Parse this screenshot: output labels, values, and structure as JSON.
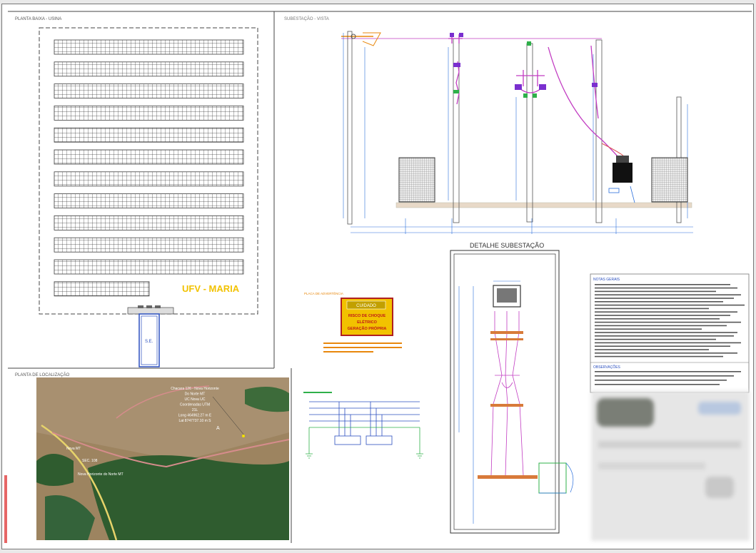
{
  "sheet": {
    "plant_view_title": "PLANTA BAIXA - USINA",
    "plant_name": "UFV - MARIA",
    "se_label": "S.E.",
    "panel_row_count": 12,
    "location_title": "PLANTA DE LOCALIZAÇÃO",
    "map_info": {
      "lines": [
        "Chacara 126 - Nova Horizonte",
        "Do Norte MT",
        "UC Nova UC",
        "Coordenadas UTM",
        "21L",
        "Long 464962.27 m E",
        "Lat 8747737.10 m S"
      ],
      "road_label": "Nova MT",
      "utm_label": "SEC. 108",
      "city_label": "Nova Horizonte do Norte MT"
    },
    "substation_elevation_title": "SUBESTAÇÃO - VISTA",
    "substation_detail_title": "DETALHE SUBESTAÇÃO",
    "warning_plate": {
      "header": "CUIDADO",
      "line1": "RISCO DE CHOQUE",
      "line2": "ELÉTRICO",
      "line3": "GERAÇÃO PRÓPRIA"
    },
    "notes_title": "NOTAS GERAIS",
    "notes_subtitle": "OBSERVAÇÕES",
    "colors": {
      "panel": "#3b3b3b",
      "plant_label": "#f2c200",
      "dimension": "#2a6fdc",
      "orange": "#e8870c",
      "magenta": "#c23cc2",
      "satellite_field": "#9d8460",
      "forest": "#2f5c2f"
    }
  }
}
